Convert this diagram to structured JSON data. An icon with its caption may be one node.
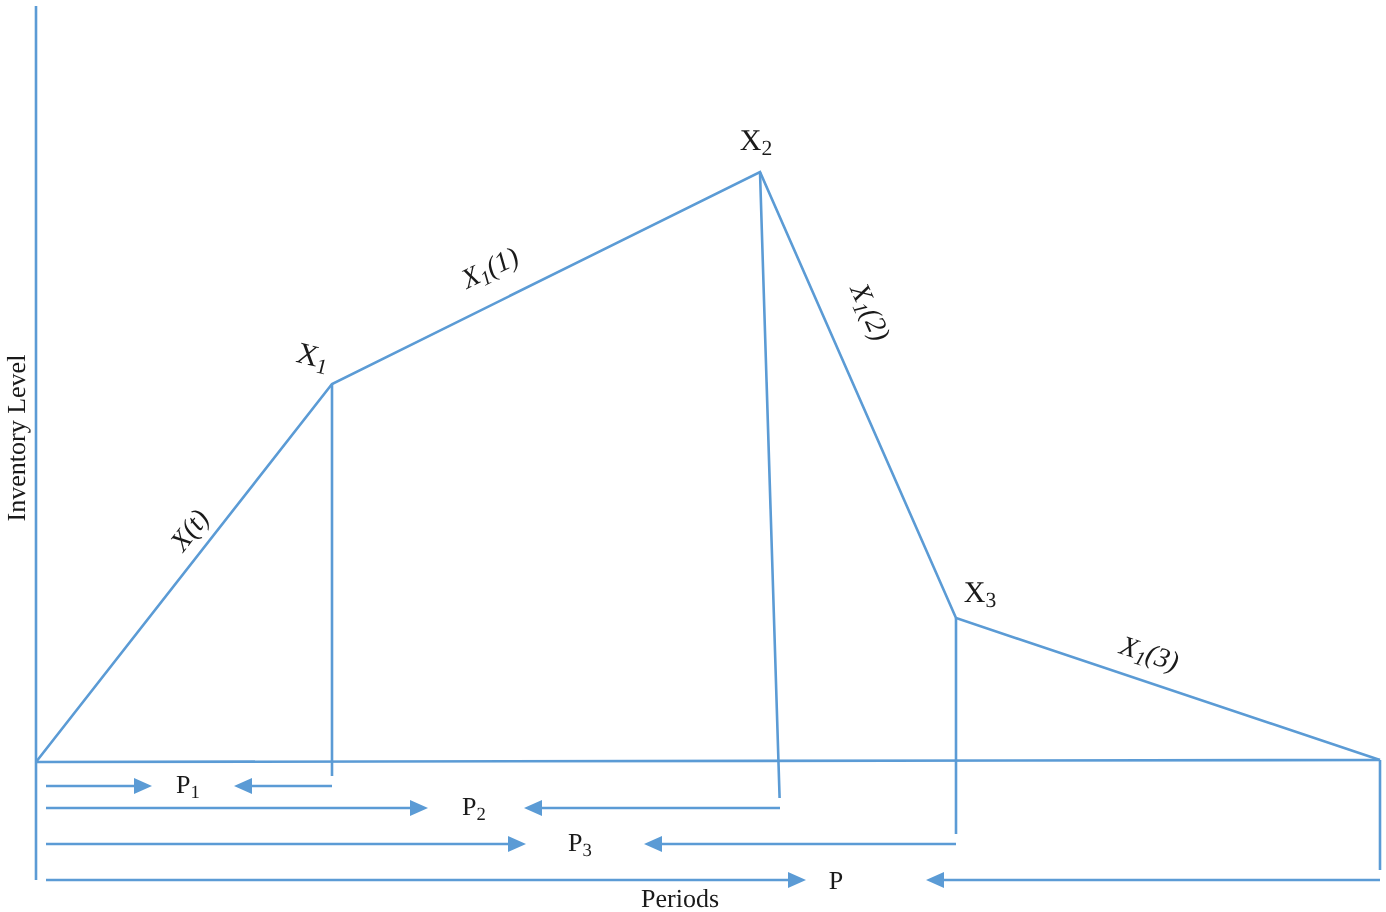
{
  "diagram": {
    "labels": [
      "X$_{2}$",
      "X$_{1}$(1)",
      "X$_{1}$(2)",
      "X$_{1}$",
      "Inventory Level",
      "X(t)",
      "X$_{3}$",
      "X$_{1}$(3)",
      "P$_{1}$",
      "P$_{2}$",
      "P$_{3}$",
      "P",
      "Periods"
    ]
  }
}
